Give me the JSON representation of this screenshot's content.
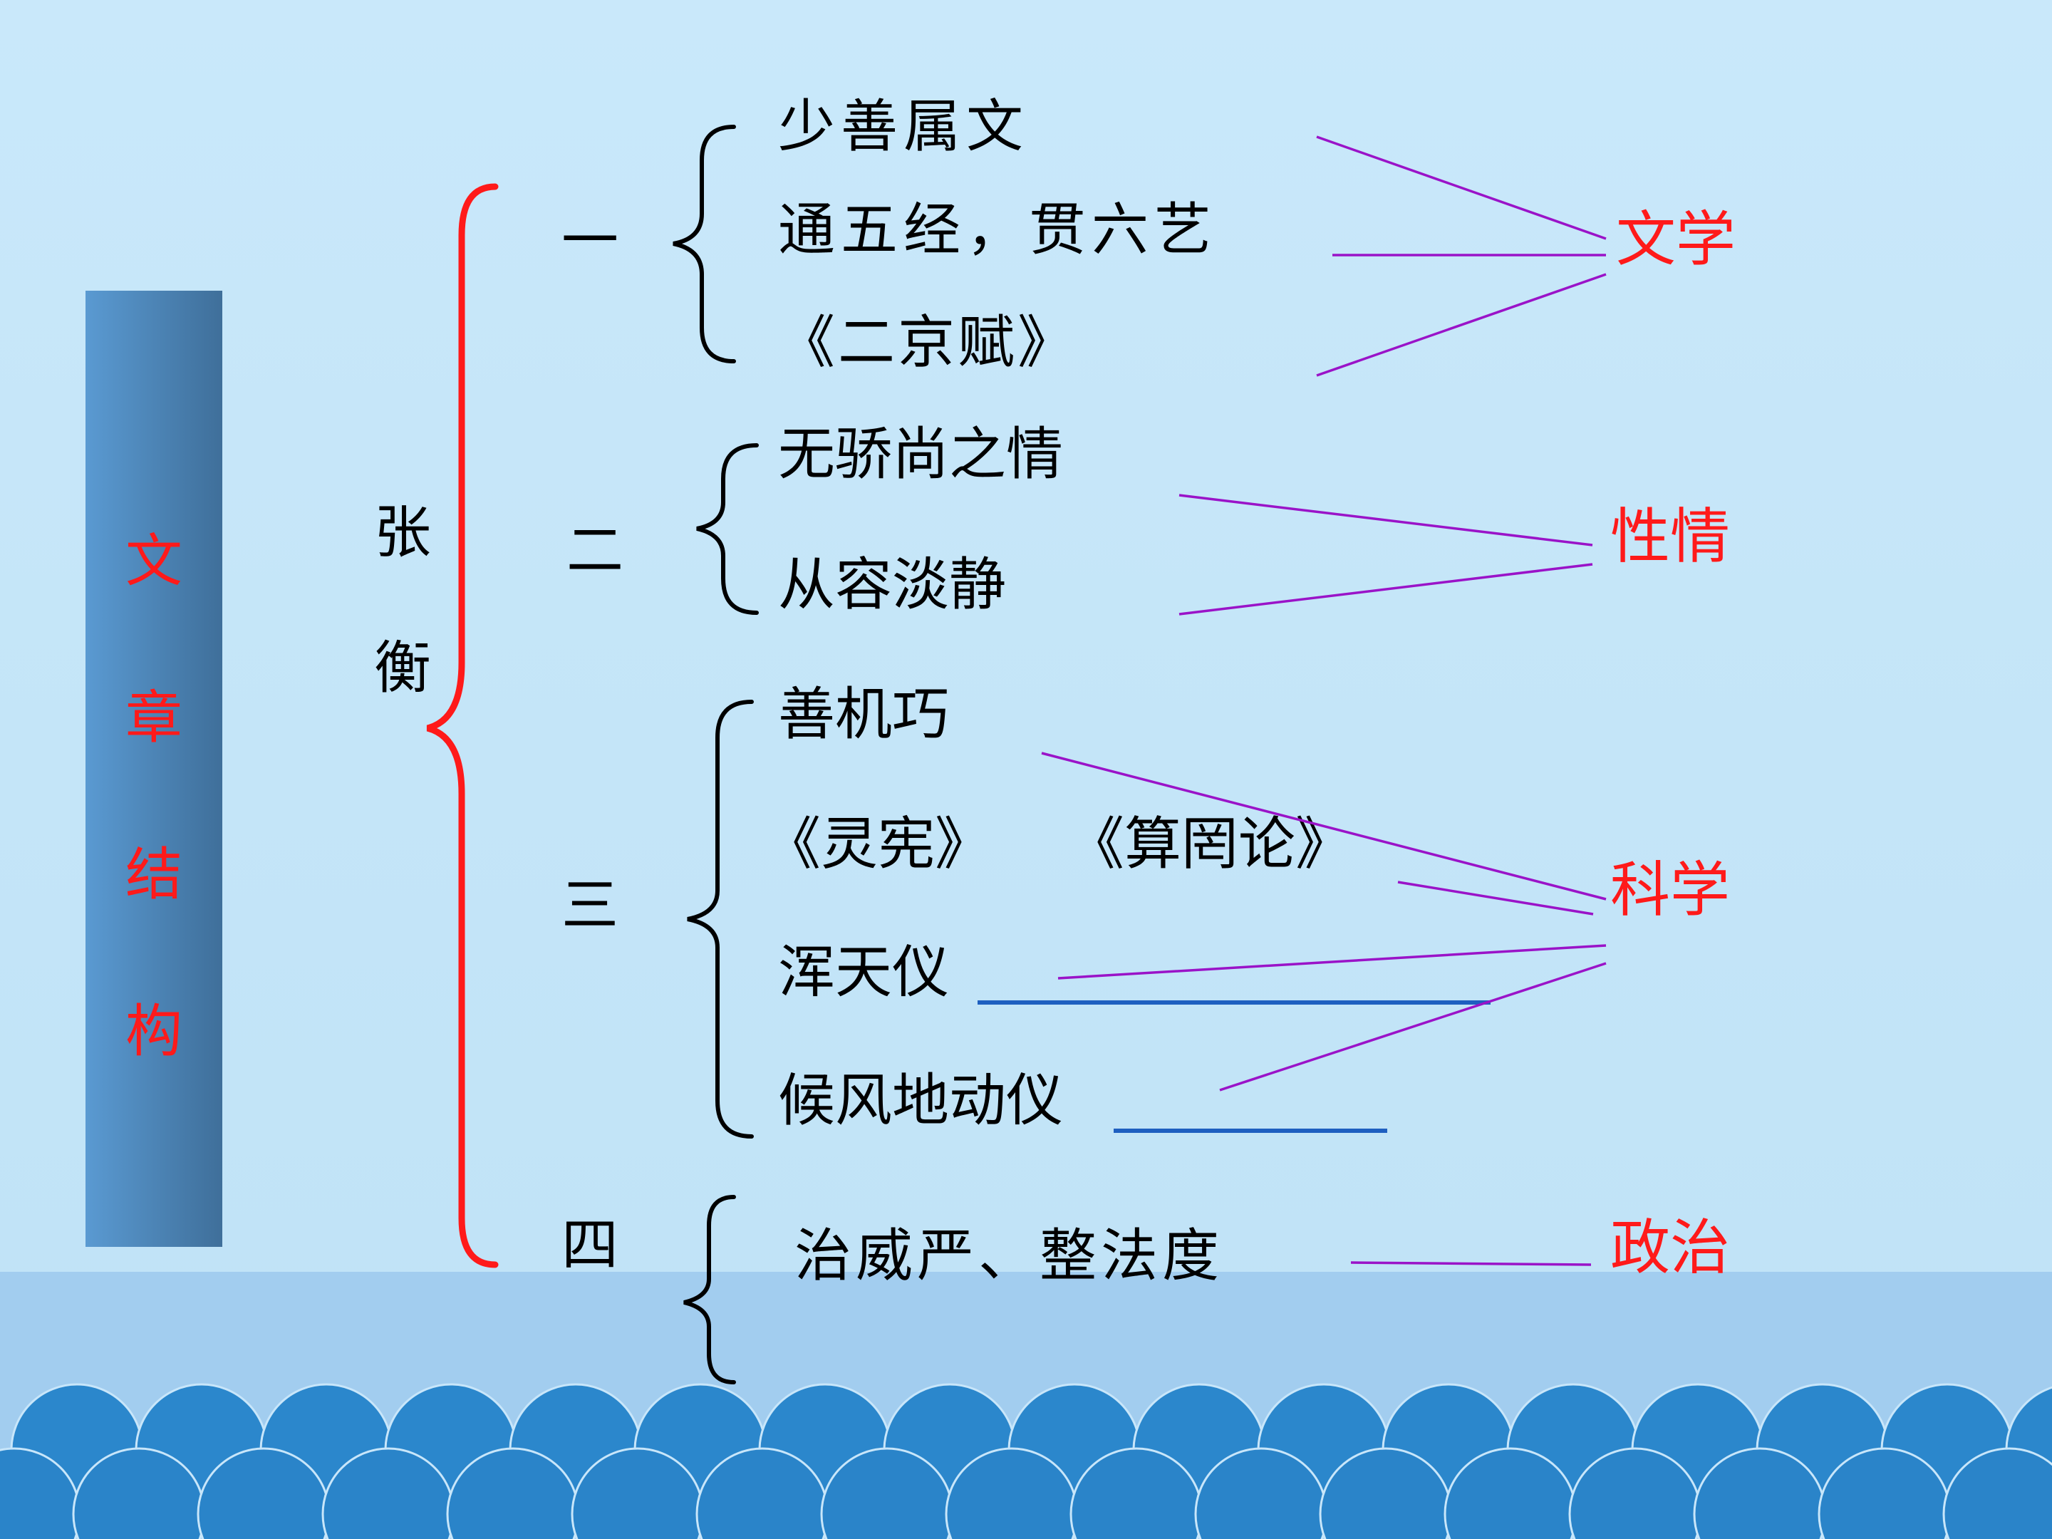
{
  "colors": {
    "background": "#c6e6f8",
    "sidebar": "#4f8cc2",
    "accent_red": "#ff1a1a",
    "connector": "#9a13c8",
    "underline": "#1e5fc0",
    "wave": "#2b87cc"
  },
  "sidebar_title": "文章结构",
  "root": {
    "line1": "张",
    "line2": "衡"
  },
  "sections": [
    {
      "number": "一",
      "items": [
        "少善属文",
        "通五经，贯六艺",
        "《二京赋》"
      ],
      "category": "文学"
    },
    {
      "number": "二",
      "items": [
        "无骄尚之情",
        "从容淡静"
      ],
      "category": "性情"
    },
    {
      "number": "三",
      "items": [
        "善机巧",
        "《灵宪》",
        "《算罔论》",
        "浑天仪",
        "候风地动仪"
      ],
      "category": "科学"
    },
    {
      "number": "四",
      "items": [
        "治威严、整法度"
      ],
      "category": "政治"
    }
  ]
}
